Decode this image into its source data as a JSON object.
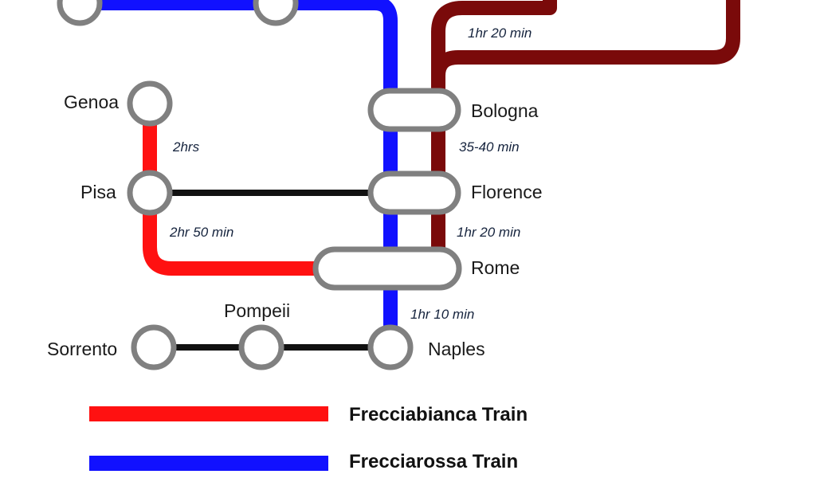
{
  "colors": {
    "frecciabianca": "#ff1111",
    "frecciarossa": "#1111ff",
    "dark_line": "#7a0a0a",
    "connector": "#111111",
    "station_ring": "#808080",
    "station_fill": "#ffffff"
  },
  "stations": {
    "genoa": "Genoa",
    "pisa": "Pisa",
    "bologna": "Bologna",
    "florence": "Florence",
    "rome": "Rome",
    "pompeii": "Pompeii",
    "sorrento": "Sorrento",
    "naples": "Naples"
  },
  "travel_times": {
    "top_dark": "1hr 20 min",
    "genoa_pisa": "2hrs",
    "bologna_florence": "35-40 min",
    "pisa_rome": "2hr 50 min",
    "florence_rome": "1hr 20 min",
    "rome_naples": "1hr 10 min"
  },
  "legend": [
    {
      "label": "Frecciabianca Train",
      "color": "#ff1111"
    },
    {
      "label": "Frecciarossa Train",
      "color": "#1111ff"
    }
  ]
}
